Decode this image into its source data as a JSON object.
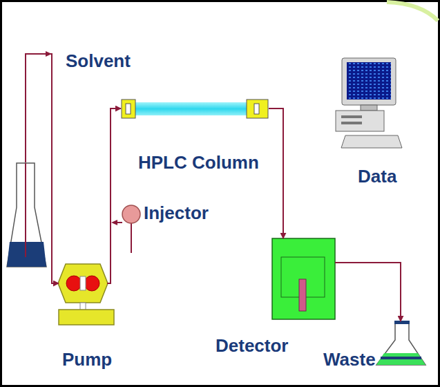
{
  "diagram": {
    "nodes": [
      {
        "text": [
          "Solvent"
        ]
      },
      {
        "text": [
          "HPLC Column"
        ]
      },
      {
        "text": [
          "Data"
        ]
      },
      {
        "text": [
          "Injector"
        ]
      },
      {
        "text": [
          "Pump"
        ]
      },
      {
        "text": [
          "Detector"
        ]
      },
      {
        "text": [
          "Waste"
        ]
      }
    ],
    "edges": [
      {
        "from": 0,
        "to": 4,
        "arrow": "to"
      },
      {
        "from": 4,
        "to": 1,
        "arrow": "to"
      },
      {
        "from": 1,
        "to": 5,
        "arrow": "to"
      },
      {
        "from": 5,
        "to": 6,
        "arrow": "to"
      }
    ]
  }
}
